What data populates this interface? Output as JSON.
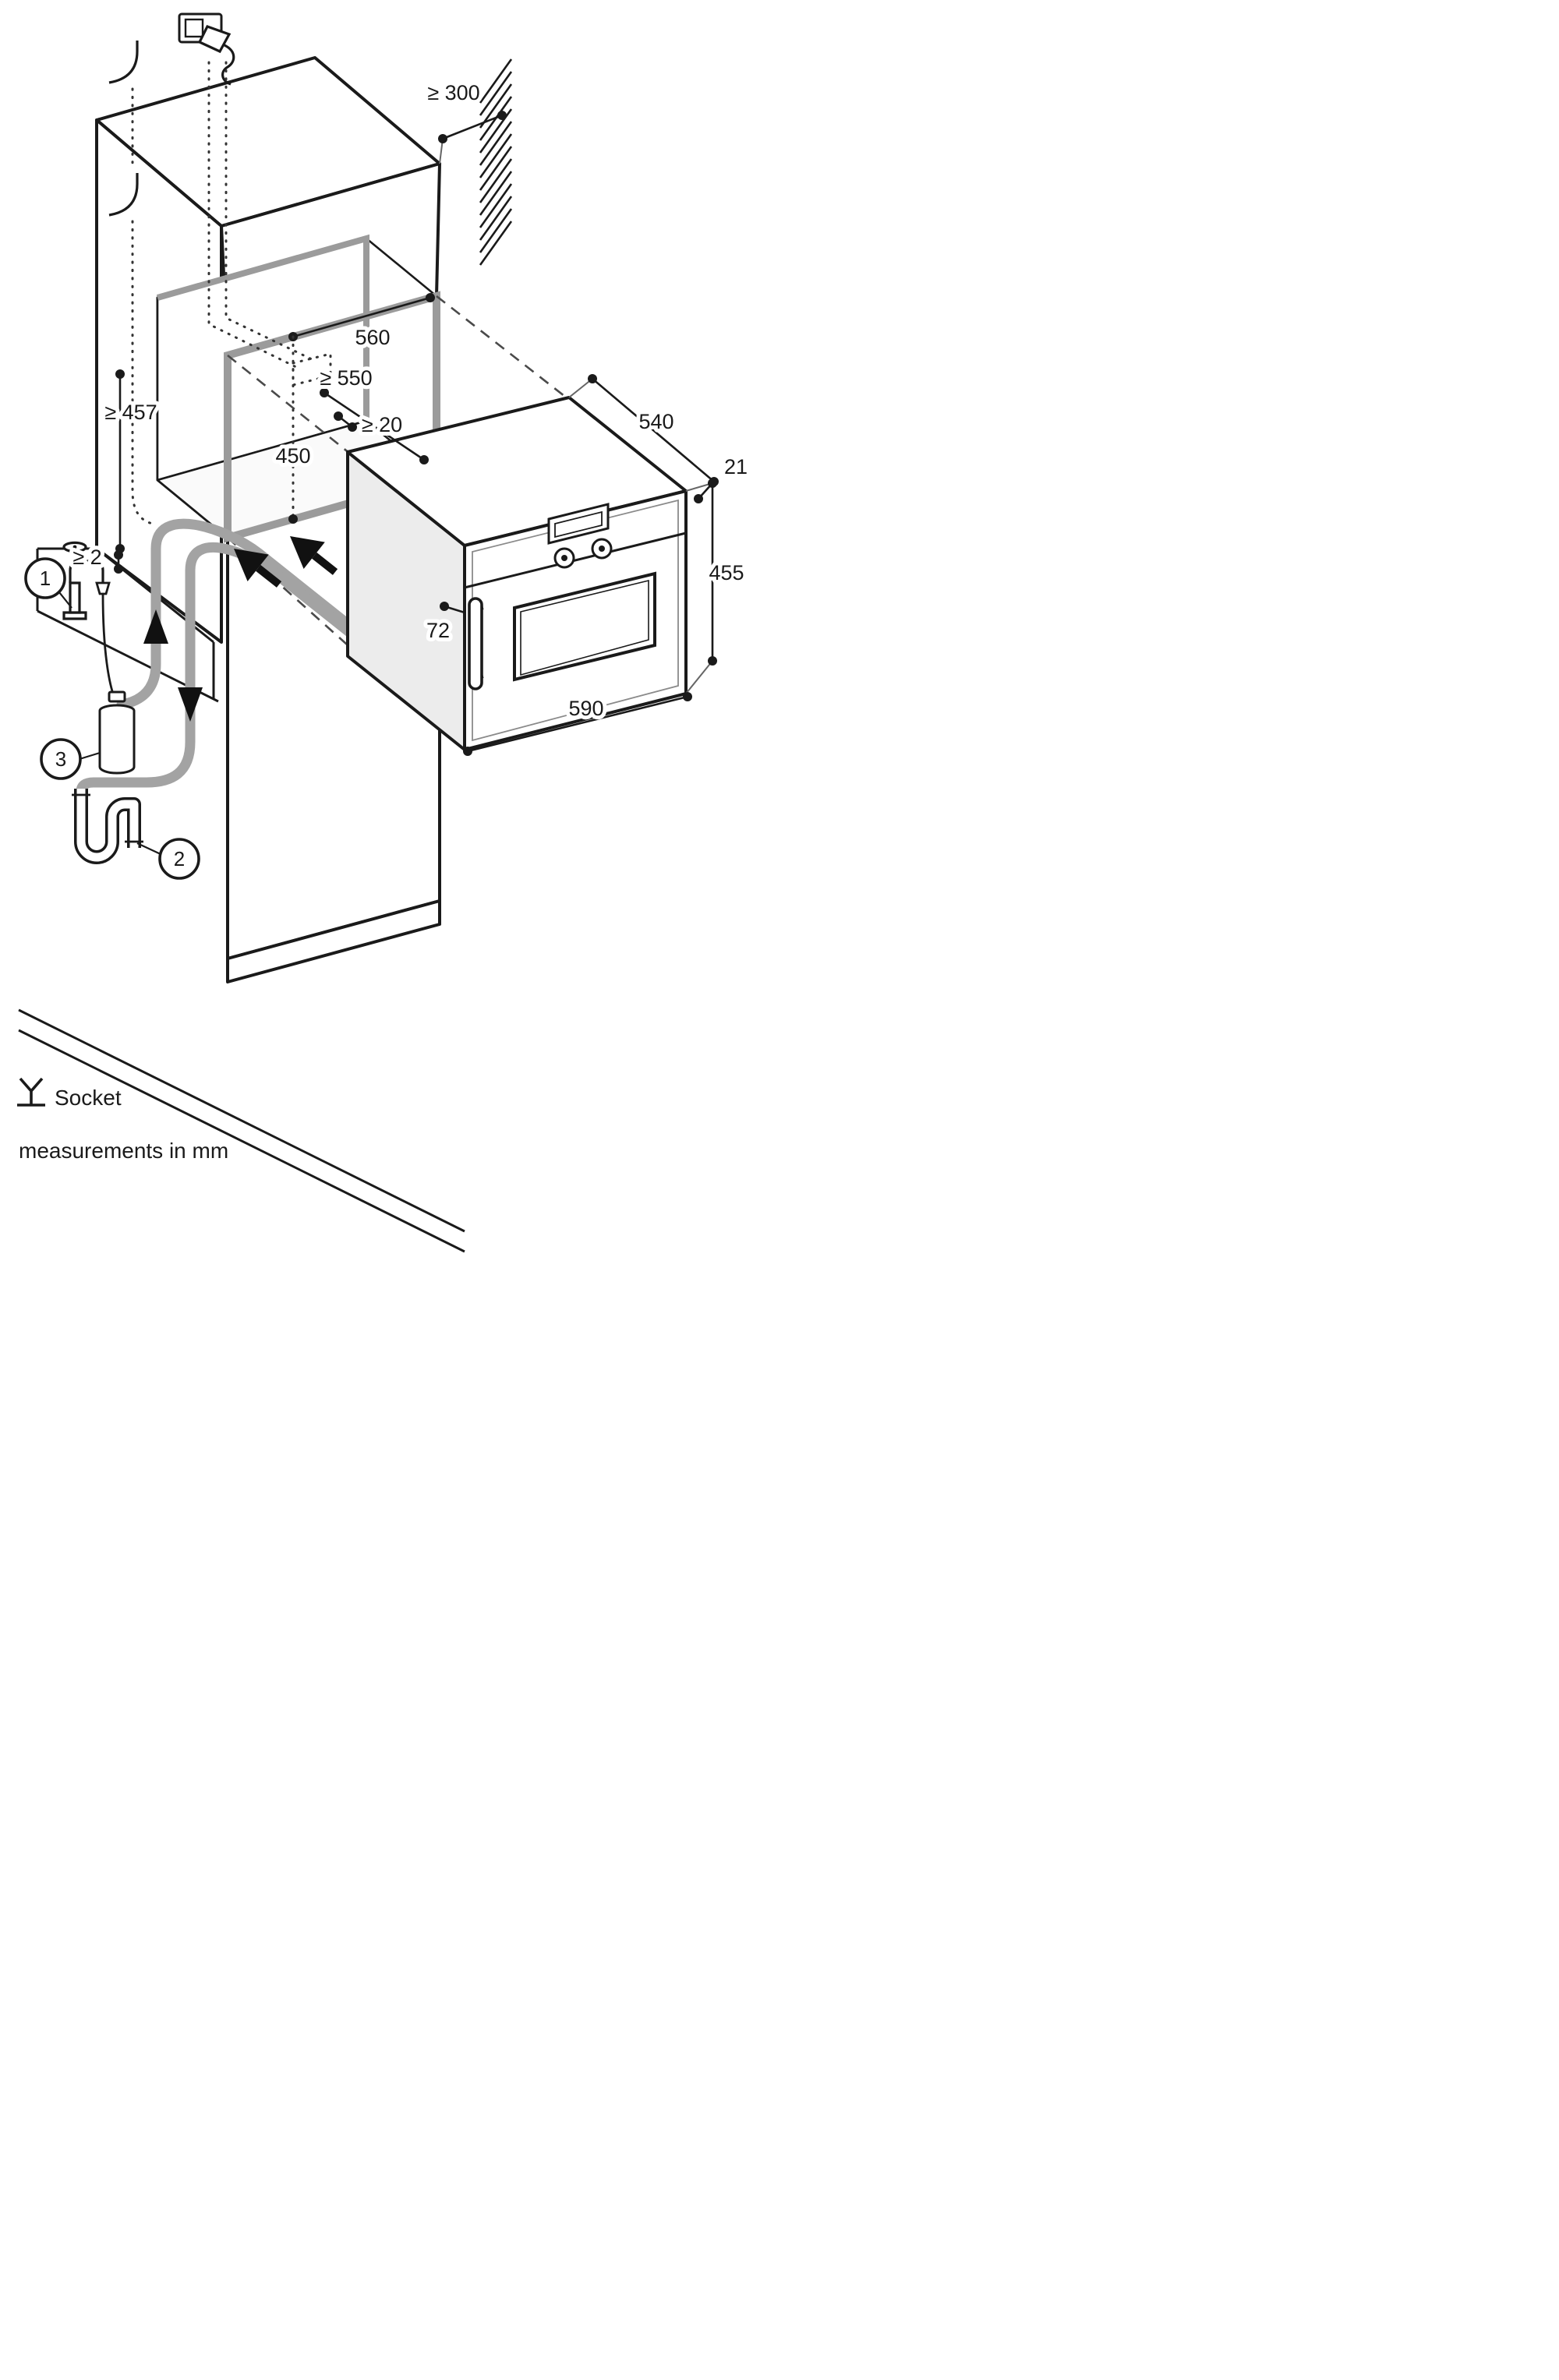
{
  "page": {
    "background": "#ffffff"
  },
  "dimensions": {
    "top_clearance": "≥ 300",
    "niche_width": "560",
    "niche_depth": "≥ 550",
    "rear_gap": "≥ 20",
    "niche_height": "450",
    "min_height_left": "≥ 457",
    "bottom_gap": "≥ 2",
    "appliance_depth": "540",
    "front_overhang": "21",
    "appliance_height": "455",
    "handle_clearance": "72",
    "appliance_width": "590"
  },
  "callouts": {
    "c1": "1",
    "c2": "2",
    "c3": "3"
  },
  "legend": {
    "socket": "Socket",
    "note": "measurements in mm"
  },
  "colors": {
    "line": "#1a1a1a",
    "niche_frame_gray": "#9b9b9b",
    "hose_gray": "#a3a3a3",
    "oven_side_fill": "#ececec"
  }
}
